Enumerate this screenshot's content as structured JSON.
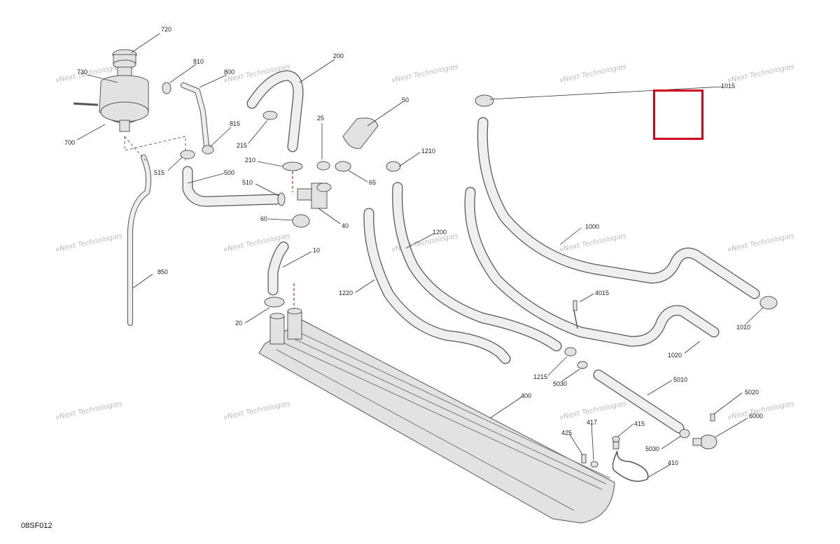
{
  "diagram_code": "08SF012",
  "watermark": "vNext Technologies",
  "highlight_color": "#d0021b",
  "part_labels": [
    "720",
    "730",
    "810",
    "800",
    "200",
    "700",
    "815",
    "25",
    "50",
    "1015",
    "215",
    "210",
    "515",
    "500",
    "1210",
    "510",
    "65",
    "60",
    "40",
    "1000",
    "10",
    "1200",
    "850",
    "1220",
    "4015",
    "20",
    "1010",
    "1020",
    "1215",
    "5030",
    "5010",
    "400",
    "5020",
    "6000",
    "425",
    "417",
    "415",
    "5030",
    "410"
  ]
}
